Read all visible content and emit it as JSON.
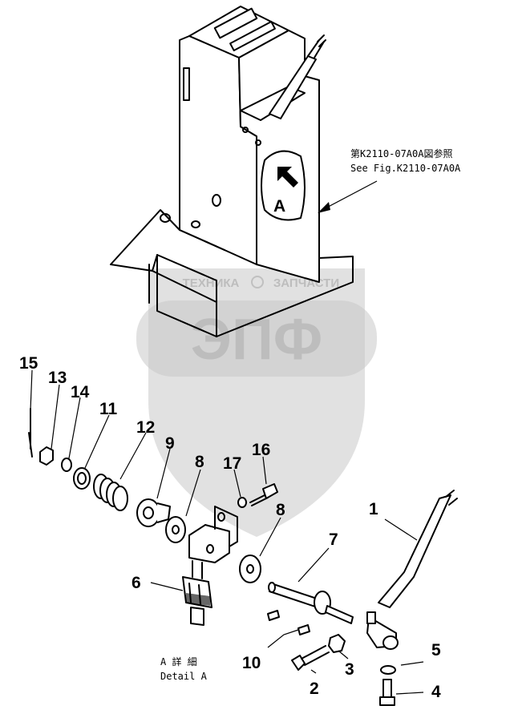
{
  "diagram": {
    "callout_a": {
      "line1": "第K2110-07A0A図参照",
      "line2": "See Fig.K2110-07A0A",
      "marker": "A"
    },
    "detail": {
      "line1": "A 詳 細",
      "line2": "Detail A"
    },
    "part_numbers": [
      "1",
      "2",
      "3",
      "4",
      "5",
      "6",
      "7",
      "8",
      "8",
      "9",
      "10",
      "11",
      "12",
      "13",
      "14",
      "15",
      "16",
      "17"
    ],
    "watermark": {
      "top": "ТЕХНИКА",
      "top_right": "ЗАПЧАСТИ",
      "big": "ЭПФ"
    }
  }
}
